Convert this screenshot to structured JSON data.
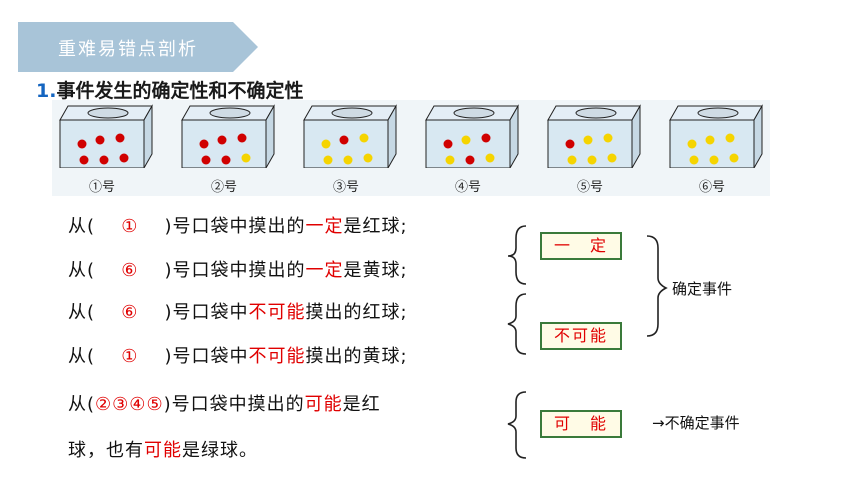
{
  "banner": {
    "title": "重难易错点剖析"
  },
  "heading": {
    "number": "1.",
    "text": "事件发生的确定性和不确定性"
  },
  "boxes": [
    {
      "label": "①号",
      "balls": [
        "red",
        "red",
        "red",
        "red",
        "red",
        "red"
      ]
    },
    {
      "label": "②号",
      "balls": [
        "red",
        "red",
        "red",
        "red",
        "red",
        "yellow"
      ]
    },
    {
      "label": "③号",
      "balls": [
        "yellow",
        "red",
        "yellow",
        "yellow",
        "yellow",
        "yellow"
      ]
    },
    {
      "label": "④号",
      "balls": [
        "red",
        "yellow",
        "red",
        "yellow",
        "red",
        "yellow"
      ]
    },
    {
      "label": "⑤号",
      "balls": [
        "red",
        "yellow",
        "yellow",
        "yellow",
        "yellow",
        "yellow"
      ]
    },
    {
      "label": "⑥号",
      "balls": [
        "yellow",
        "yellow",
        "yellow",
        "yellow",
        "yellow",
        "yellow"
      ]
    }
  ],
  "colors": {
    "red": "#d00000",
    "yellow": "#f5d400",
    "banner": "#a8c4d8",
    "accent": "#e00000"
  },
  "statements": [
    {
      "pre": "从(",
      "answer": "①",
      "mid": ")号口袋中摸出的",
      "key": "一定",
      "post": "是红球;"
    },
    {
      "pre": "从(",
      "answer": "⑥",
      "mid": ")号口袋中摸出的",
      "key": "一定",
      "post": "是黄球;"
    },
    {
      "pre": "从(",
      "answer": "⑥",
      "mid": ")号口袋中",
      "key": "不可能",
      "post": "摸出的红球;"
    },
    {
      "pre": "从(",
      "answer": "①",
      "mid": ")号口袋中",
      "key": "不可能",
      "post": "摸出的黄球;"
    },
    {
      "pre": "从(",
      "answer": "②③④⑤",
      "mid": ")号口袋中摸出的",
      "key": "可能",
      "post": "是红"
    },
    {
      "pre": "球，也有",
      "key": "可能",
      "post": "是绿球。"
    }
  ],
  "tags": {
    "certain": "一　定",
    "impossible": "不可能",
    "possible": "可　能"
  },
  "side": {
    "certain_events": "确定事件",
    "uncertain_events": "→不确定事件"
  }
}
